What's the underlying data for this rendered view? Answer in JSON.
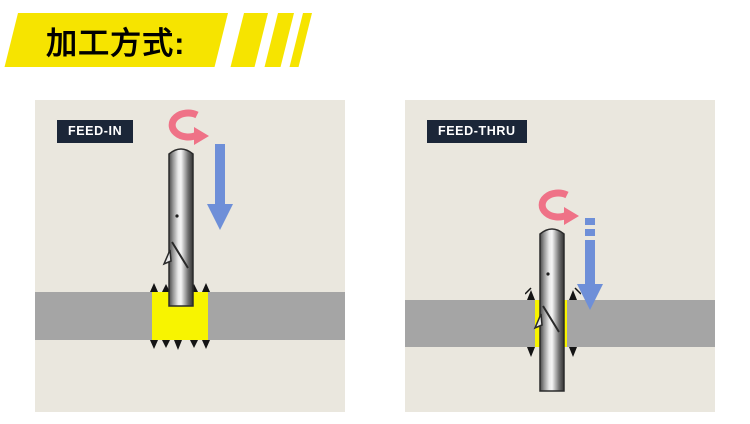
{
  "banner": {
    "title": "加工方式:"
  },
  "panels": [
    {
      "label": "FEED-IN"
    },
    {
      "label": "FEED-THRU"
    }
  ],
  "colors": {
    "banner_yellow": "#F6E400",
    "panel_background": "#EAE7DE",
    "workpiece_gray": "#A5A5A5",
    "label_navy": "#1B2638",
    "rotation_arrow_pink": "#EF7287",
    "feed_arrow_blue": "#6E8FD8",
    "cut_highlight_yellow": "#F8F400",
    "text_black": "#000000",
    "label_text_white": "#FFFFFF"
  }
}
